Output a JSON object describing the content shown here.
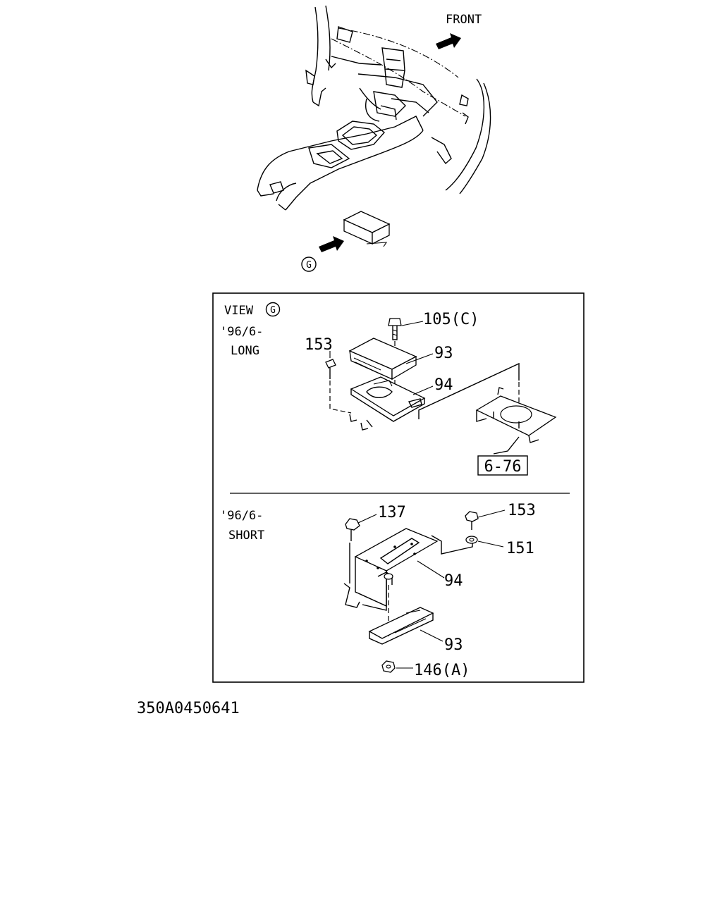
{
  "overview": {
    "front_label": "FRONT",
    "view_marker": "G"
  },
  "detail": {
    "view_word": "VIEW",
    "view_marker": "G",
    "long": {
      "date": "'96/6-",
      "variant": "LONG",
      "callouts": [
        "105(C)",
        "153",
        "93",
        "94"
      ],
      "reference": "6-76"
    },
    "short": {
      "date": "'96/6-",
      "variant": "SHORT",
      "callouts": [
        "137",
        "153",
        "151",
        "94",
        "93",
        "146(A)"
      ]
    }
  },
  "drawing_number": "350A0450641"
}
